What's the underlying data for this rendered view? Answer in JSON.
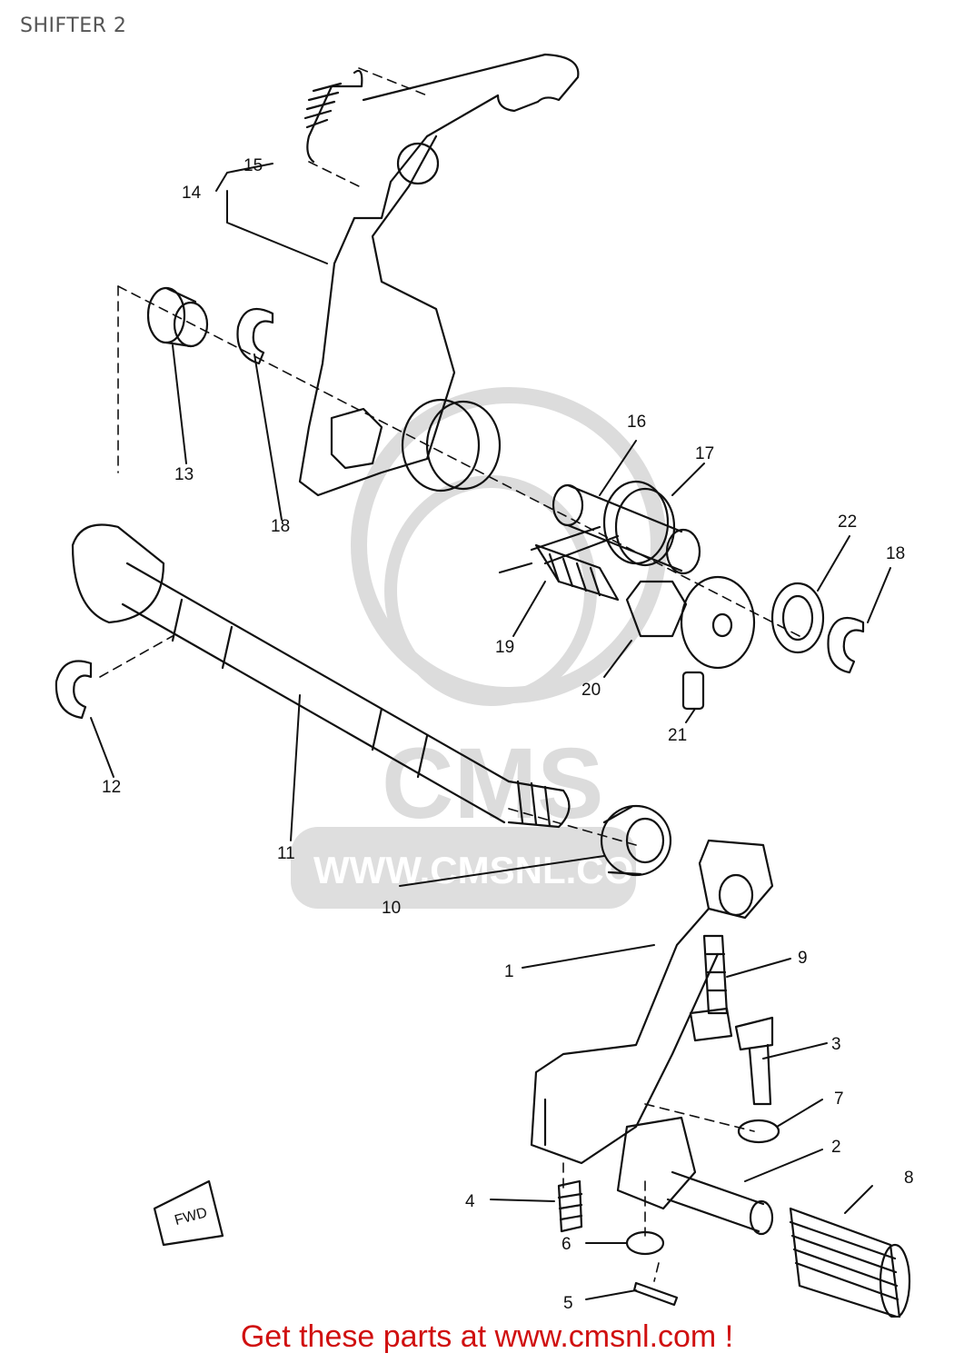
{
  "title": "SHIFTER 2",
  "footer": "Get these parts at www.cmsnl.com !",
  "watermark": {
    "url": "WWW.CMSNL.COM",
    "brand": "CMS",
    "color": "#d8d8d8"
  },
  "fwd_label": "FWD",
  "callouts": [
    {
      "id": "1",
      "text": "1"
    },
    {
      "id": "2",
      "text": "2"
    },
    {
      "id": "3",
      "text": "3"
    },
    {
      "id": "4",
      "text": "4"
    },
    {
      "id": "5",
      "text": "5"
    },
    {
      "id": "6",
      "text": "6"
    },
    {
      "id": "7",
      "text": "7"
    },
    {
      "id": "8",
      "text": "8"
    },
    {
      "id": "9",
      "text": "9"
    },
    {
      "id": "10",
      "text": "10"
    },
    {
      "id": "11",
      "text": "11"
    },
    {
      "id": "12",
      "text": "12"
    },
    {
      "id": "13",
      "text": "13"
    },
    {
      "id": "14",
      "text": "14"
    },
    {
      "id": "15",
      "text": "15"
    },
    {
      "id": "16",
      "text": "16"
    },
    {
      "id": "17",
      "text": "17"
    },
    {
      "id": "18a",
      "text": "18"
    },
    {
      "id": "18b",
      "text": "18"
    },
    {
      "id": "19",
      "text": "19"
    },
    {
      "id": "20",
      "text": "20"
    },
    {
      "id": "21",
      "text": "21"
    },
    {
      "id": "22",
      "text": "22"
    }
  ]
}
